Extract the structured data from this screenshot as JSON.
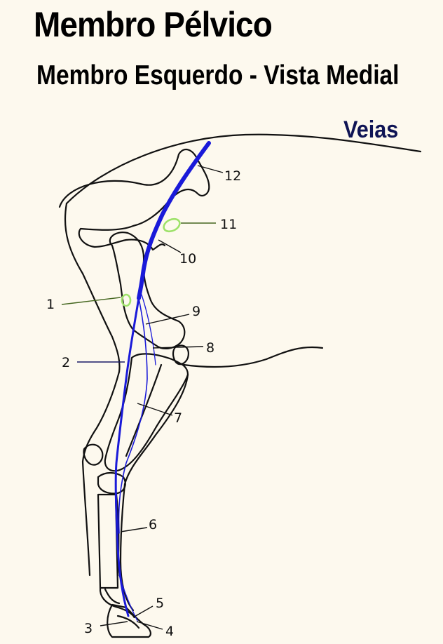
{
  "header": {
    "title": "Membro Pélvico",
    "subtitle": "Membro Esquerdo - Vista Medial",
    "category": "Veias"
  },
  "colors": {
    "background": "#fdf9ee",
    "outline": "#111111",
    "vein": "#1a1ad9",
    "highlight": "#9ee26a",
    "category_text": "#0f1455"
  },
  "labels": [
    "1",
    "2",
    "3",
    "4",
    "5",
    "6",
    "7",
    "8",
    "9",
    "10",
    "11",
    "12"
  ]
}
